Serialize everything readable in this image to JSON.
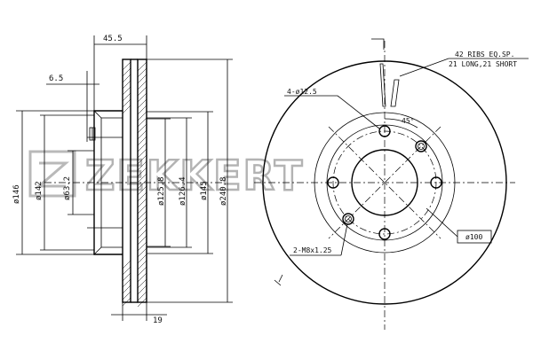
{
  "watermark": {
    "brand": "ZEKKERT"
  },
  "side_view": {
    "overall_width": "45.5",
    "hat_offset": "6.5",
    "disc_thickness": "19",
    "diameters": [
      {
        "label": "ø146"
      },
      {
        "label": "ø142"
      },
      {
        "label": "ø63.2"
      },
      {
        "label": "ø125.8"
      },
      {
        "label": "ø126.4"
      },
      {
        "label": "ø145"
      },
      {
        "label": "ø240.8"
      }
    ]
  },
  "front_view": {
    "ribs_line1": "42 RIBS EQ.SP.",
    "ribs_line2": "21 LONG,21 SHORT",
    "bolt_holes": "4-ø12.5",
    "angle": "45°",
    "threads": "2-M8x1.25",
    "pcd": "ø100"
  }
}
